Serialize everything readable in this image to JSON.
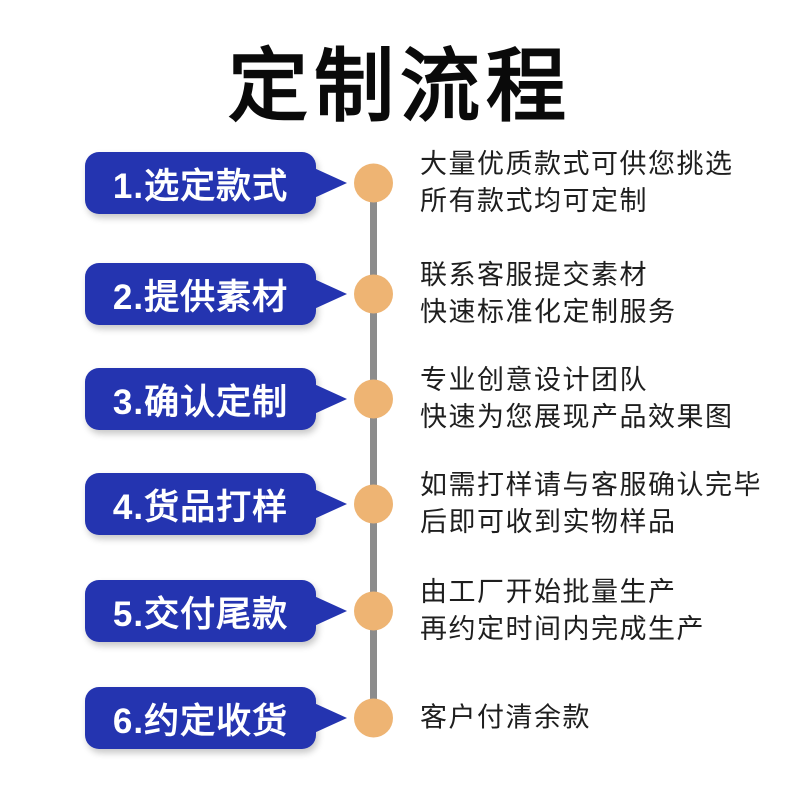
{
  "title": "定制流程",
  "colors": {
    "box_blue": "#2434b0",
    "circle_orange": "#eeb473",
    "line_gray": "#8c8c8c",
    "title_black": "#0a0a0a",
    "desc_black": "#1e1e1e",
    "bg": "#ffffff"
  },
  "steps": [
    {
      "label": "1.选定款式",
      "lines": [
        "大量优质款式可供您挑选",
        "所有款式均可定制"
      ]
    },
    {
      "label": "2.提供素材",
      "lines": [
        "联系客服提交素材",
        "快速标准化定制服务"
      ]
    },
    {
      "label": "3.确认定制",
      "lines": [
        "专业创意设计团队",
        "快速为您展现产品效果图"
      ]
    },
    {
      "label": "4.货品打样",
      "lines": [
        "如需打样请与客服确认完毕",
        "后即可收到实物样品"
      ]
    },
    {
      "label": "5.交付尾款",
      "lines": [
        "由工厂开始批量生产",
        "再约定时间内完成生产"
      ]
    },
    {
      "label": "6.约定收货",
      "lines": [
        "客户付清余款"
      ]
    }
  ]
}
